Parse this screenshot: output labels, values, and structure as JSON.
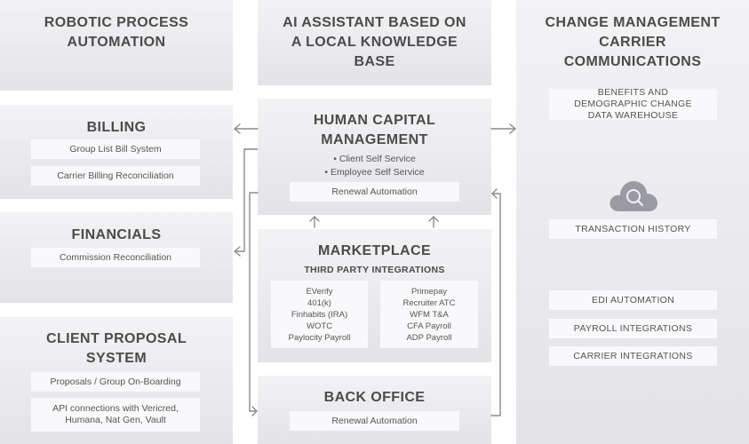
{
  "rpa": {
    "title": "ROBOTIC PROCESS AUTOMATION"
  },
  "ai": {
    "title": "AI ASSISTANT BASED ON A LOCAL KNOWLEDGE BASE"
  },
  "change": {
    "title": "CHANGE MANAGEMENT CARRIER COMMUNICATIONS",
    "benefits": "BENEFITS AND DEMOGRAPHIC CHANGE DATA WAREHOUSE",
    "transaction": "TRANSACTION HISTORY",
    "edi": "EDI AUTOMATION",
    "payroll": "PAYROLL INTEGRATIONS",
    "carrier": "CARRIER INTEGRATIONS",
    "icon": "cloud-search-icon"
  },
  "billing": {
    "title": "BILLING",
    "items": [
      "Group List Bill System",
      "Carrier Billing Reconciliation"
    ]
  },
  "financials": {
    "title": "FINANCIALS",
    "items": [
      "Commission Reconciliation"
    ]
  },
  "proposal": {
    "title": "CLIENT PROPOSAL SYSTEM",
    "items": [
      "Proposals / Group On-Boarding",
      "API connections with Vericred, Humana, Nat Gen, Vault"
    ]
  },
  "hcm": {
    "title": "HUMAN CAPITAL MANAGEMENT",
    "bullets": [
      "Client Self Service",
      "Employee Self Service"
    ],
    "renewal": "Renewal Automation"
  },
  "marketplace": {
    "title": "MARKETPLACE",
    "subtitle": "THIRD PARTY INTEGRATIONS",
    "left": [
      "EVerify",
      "401(k)",
      "Finhabits (IRA)",
      "WOTC",
      "Paylocity Payroll"
    ],
    "right": [
      "Primepay",
      "Recruiter ATC",
      "WFM T&A",
      "CFA Payroll",
      "ADP Payroll"
    ]
  },
  "backoffice": {
    "title": "BACK OFFICE",
    "renewal": "Renewal Automation"
  },
  "colors": {
    "panel_top": "#f3f3f5",
    "panel_bottom": "#e3e3e8",
    "arrow": "#8a8a8a",
    "cloud": "#9a9aa4"
  }
}
